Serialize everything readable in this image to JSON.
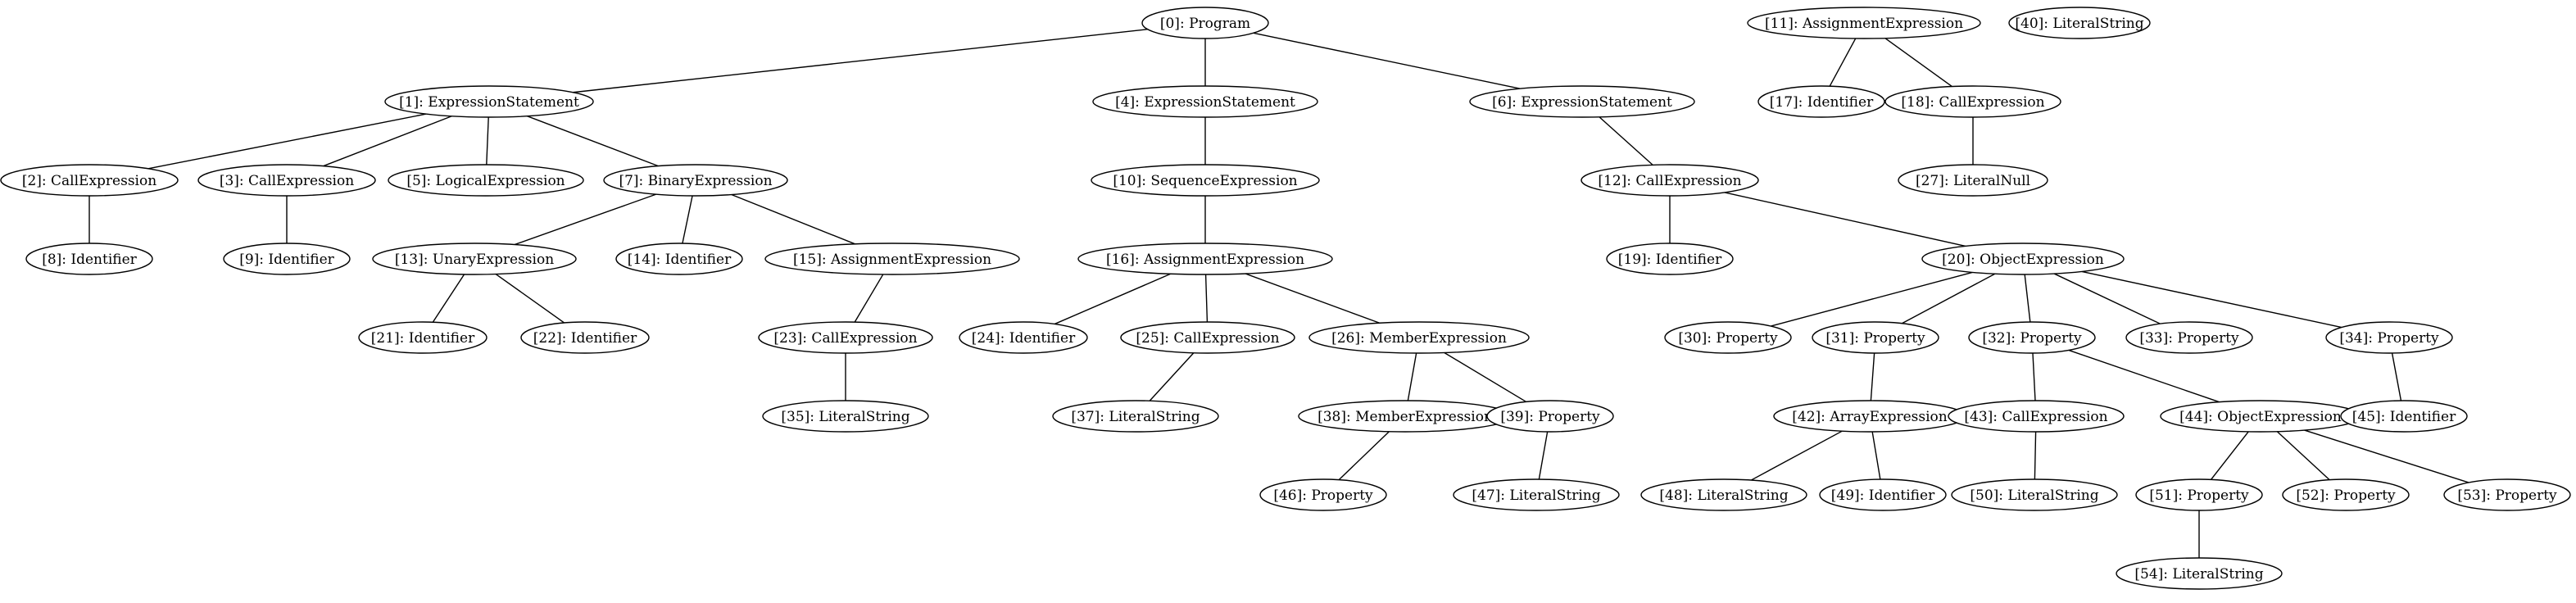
{
  "nodes": [
    {
      "id": 0,
      "label": "[0]: Program"
    },
    {
      "id": 1,
      "label": "[1]: ExpressionStatement"
    },
    {
      "id": 4,
      "label": "[4]: ExpressionStatement"
    },
    {
      "id": 6,
      "label": "[6]: ExpressionStatement"
    },
    {
      "id": 2,
      "label": "[2]: CallExpression"
    },
    {
      "id": 3,
      "label": "[3]: CallExpression"
    },
    {
      "id": 5,
      "label": "[5]: LogicalExpression"
    },
    {
      "id": 7,
      "label": "[7]: BinaryExpression"
    },
    {
      "id": 8,
      "label": "[8]: Identifier"
    },
    {
      "id": 9,
      "label": "[9]: Identifier"
    },
    {
      "id": 13,
      "label": "[13]: UnaryExpression"
    },
    {
      "id": 14,
      "label": "[14]: Identifier"
    },
    {
      "id": 15,
      "label": "[15]: AssignmentExpression"
    },
    {
      "id": 21,
      "label": "[21]: Identifier"
    },
    {
      "id": 22,
      "label": "[22]: Identifier"
    },
    {
      "id": 23,
      "label": "[23]: CallExpression"
    },
    {
      "id": 35,
      "label": "[35]: LiteralString"
    },
    {
      "id": 10,
      "label": "[10]: SequenceExpression"
    },
    {
      "id": 16,
      "label": "[16]: AssignmentExpression"
    },
    {
      "id": 24,
      "label": "[24]: Identifier"
    },
    {
      "id": 25,
      "label": "[25]: CallExpression"
    },
    {
      "id": 26,
      "label": "[26]: MemberExpression"
    },
    {
      "id": 37,
      "label": "[37]: LiteralString"
    },
    {
      "id": 38,
      "label": "[38]: MemberExpression"
    },
    {
      "id": 39,
      "label": "[39]: Property"
    },
    {
      "id": 46,
      "label": "[46]: Property"
    },
    {
      "id": 47,
      "label": "[47]: LiteralString"
    },
    {
      "id": 12,
      "label": "[12]: CallExpression"
    },
    {
      "id": 19,
      "label": "[19]: Identifier"
    },
    {
      "id": 20,
      "label": "[20]: ObjectExpression"
    },
    {
      "id": 30,
      "label": "[30]: Property"
    },
    {
      "id": 31,
      "label": "[31]: Property"
    },
    {
      "id": 32,
      "label": "[32]: Property"
    },
    {
      "id": 33,
      "label": "[33]: Property"
    },
    {
      "id": 34,
      "label": "[34]: Property"
    },
    {
      "id": 42,
      "label": "[42]: ArrayExpression"
    },
    {
      "id": 43,
      "label": "[43]: CallExpression"
    },
    {
      "id": 44,
      "label": "[44]: ObjectExpression"
    },
    {
      "id": 45,
      "label": "[45]: Identifier"
    },
    {
      "id": 48,
      "label": "[48]: LiteralString"
    },
    {
      "id": 49,
      "label": "[49]: Identifier"
    },
    {
      "id": 50,
      "label": "[50]: LiteralString"
    },
    {
      "id": 51,
      "label": "[51]: Property"
    },
    {
      "id": 52,
      "label": "[52]: Property"
    },
    {
      "id": 53,
      "label": "[53]: Property"
    },
    {
      "id": 54,
      "label": "[54]: LiteralString"
    },
    {
      "id": 11,
      "label": "[11]: AssignmentExpression"
    },
    {
      "id": 17,
      "label": "[17]: Identifier"
    },
    {
      "id": 18,
      "label": "[18]: CallExpression"
    },
    {
      "id": 27,
      "label": "[27]: LiteralNull"
    },
    {
      "id": 40,
      "label": "[40]: LiteralString"
    }
  ],
  "edges": [
    [
      0,
      1
    ],
    [
      0,
      4
    ],
    [
      0,
      6
    ],
    [
      1,
      2
    ],
    [
      1,
      3
    ],
    [
      1,
      5
    ],
    [
      1,
      7
    ],
    [
      2,
      8
    ],
    [
      3,
      9
    ],
    [
      7,
      13
    ],
    [
      7,
      14
    ],
    [
      7,
      15
    ],
    [
      13,
      21
    ],
    [
      13,
      22
    ],
    [
      15,
      23
    ],
    [
      23,
      35
    ],
    [
      4,
      10
    ],
    [
      10,
      16
    ],
    [
      16,
      24
    ],
    [
      16,
      25
    ],
    [
      16,
      26
    ],
    [
      25,
      37
    ],
    [
      26,
      38
    ],
    [
      26,
      39
    ],
    [
      38,
      46
    ],
    [
      39,
      47
    ],
    [
      6,
      12
    ],
    [
      12,
      19
    ],
    [
      12,
      20
    ],
    [
      20,
      30
    ],
    [
      20,
      31
    ],
    [
      20,
      32
    ],
    [
      20,
      33
    ],
    [
      20,
      34
    ],
    [
      31,
      42
    ],
    [
      42,
      48
    ],
    [
      42,
      49
    ],
    [
      32,
      43
    ],
    [
      32,
      44
    ],
    [
      43,
      50
    ],
    [
      44,
      51
    ],
    [
      44,
      52
    ],
    [
      44,
      53
    ],
    [
      51,
      54
    ],
    [
      34,
      45
    ],
    [
      11,
      17
    ],
    [
      11,
      18
    ],
    [
      18,
      27
    ]
  ]
}
